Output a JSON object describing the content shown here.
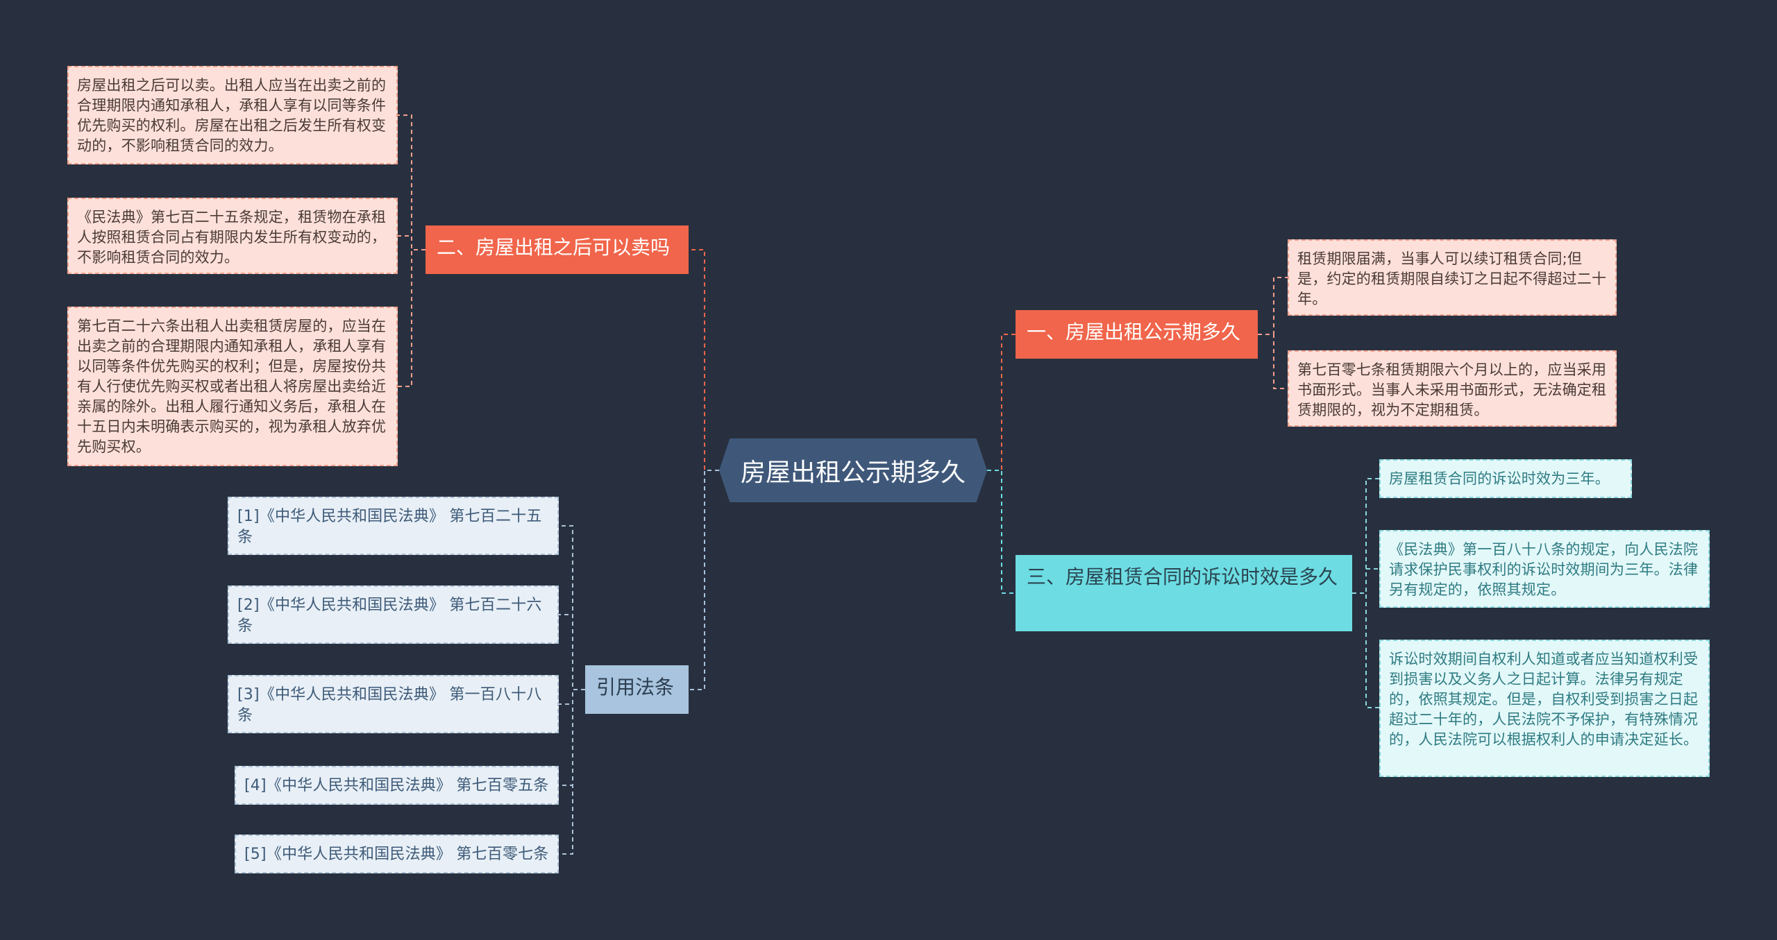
{
  "center": {
    "title": "房屋出租公示期多久"
  },
  "branches": {
    "b1": {
      "title": "一、房屋出租公示期多久",
      "leaves": [
        "租赁期限届满，当事人可以续订租赁合同;但是，约定的租赁期限自续订之日起不得超过二十年。",
        "第七百零七条租赁期限六个月以上的，应当采用书面形式。当事人未采用书面形式，无法确定租赁期限的，视为不定期租赁。"
      ]
    },
    "b2": {
      "title": "二、房屋出租之后可以卖吗",
      "leaves": [
        "房屋出租之后可以卖。出租人应当在出卖之前的合理期限内通知承租人，承租人享有以同等条件优先购买的权利。房屋在出租之后发生所有权变动的，不影响租赁合同的效力。",
        "《民法典》第七百二十五条规定，租赁物在承租人按照租赁合同占有期限内发生所有权变动的，不影响租赁合同的效力。",
        "第七百二十六条出租人出卖租赁房屋的，应当在出卖之前的合理期限内通知承租人，承租人享有以同等条件优先购买的权利；但是，房屋按份共有人行使优先购买权或者出租人将房屋出卖给近亲属的除外。出租人履行通知义务后，承租人在十五日内未明确表示购买的，视为承租人放弃优先购买权。"
      ]
    },
    "b3": {
      "title": "三、房屋租赁合同的诉讼时效是多久",
      "leaves": [
        "房屋租赁合同的诉讼时效为三年。",
        "《民法典》第一百八十八条的规定，向人民法院请求保护民事权利的诉讼时效期间为三年。法律另有规定的，依照其规定。",
        "诉讼时效期间自权利人知道或者应当知道权利受到损害以及义务人之日起计算。法律另有规定的，依照其规定。但是，自权利受到损害之日起超过二十年的，人民法院不予保护，有特殊情况的，人民法院可以根据权利人的申请决定延长。"
      ]
    },
    "b4": {
      "title": "引用法条",
      "leaves": [
        "[1]《中华人民共和国民法典》 第七百二十五条",
        "[2]《中华人民共和国民法典》 第七百二十六条",
        "[3]《中华人民共和国民法典》 第一百八十八条",
        "[4]《中华人民共和国民法典》 第七百零五条",
        "[5]《中华人民共和国民法典》 第七百零七条"
      ]
    }
  },
  "colors": {
    "background": "#28303f",
    "red": "#f0654b",
    "cyan": "#6ddde3",
    "blue": "#a8c4de",
    "center": "#3f587a"
  }
}
